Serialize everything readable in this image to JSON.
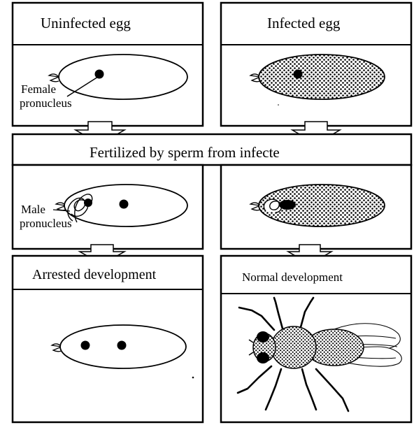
{
  "panels": {
    "uninfected_egg": {
      "title": "Uninfected egg"
    },
    "infected_egg": {
      "title": "Infected egg"
    },
    "fertilized_banner": {
      "text": "Fertilized by sperm from infecte"
    },
    "arrested": {
      "title": "Arrested development"
    },
    "normal": {
      "title": "Normal development"
    }
  },
  "labels": {
    "female_pronucleus_line1": "Female",
    "female_pronucleus_line2": "pronucleus",
    "male_pronucleus_line1": "Male",
    "male_pronucleus_line2": "pronucleus"
  },
  "colors": {
    "ink": "#000000",
    "background": "#ffffff"
  }
}
